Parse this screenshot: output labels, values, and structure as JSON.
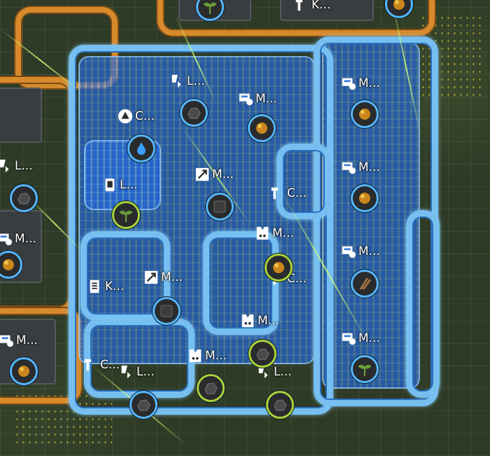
{
  "colors": {
    "ghost_blue": "#3d7fe0",
    "belt_blue": "#76bff0",
    "belt_orange": "#d68a2c",
    "badge_ring_blue": "#55b7ff",
    "badge_ring_green": "#a9d33a",
    "ground": "#2e3b26"
  },
  "entities": [
    {
      "key": "e1",
      "label": "L...",
      "icon": "loader-icon"
    },
    {
      "key": "e2",
      "label": "M...",
      "icon": "machine-icon"
    },
    {
      "key": "e3",
      "label": "M...",
      "icon": "machine-icon"
    },
    {
      "key": "e4",
      "label": "C...",
      "icon": "chemical-plant-icon"
    },
    {
      "key": "e5",
      "label": "M...",
      "icon": "machine-icon"
    },
    {
      "key": "e6",
      "label": "L...",
      "icon": "loader-icon"
    },
    {
      "key": "e7",
      "label": "M...",
      "icon": "crusher-icon"
    },
    {
      "key": "e8",
      "label": "C...",
      "icon": "chest-icon"
    },
    {
      "key": "e9",
      "label": "M...",
      "icon": "machine-icon"
    },
    {
      "key": "e10",
      "label": "M...",
      "icon": "assembler-icon"
    },
    {
      "key": "e11",
      "label": "C...",
      "icon": "chest-icon"
    },
    {
      "key": "e12",
      "label": "K...",
      "icon": "kiln-icon"
    },
    {
      "key": "e13",
      "label": "M...",
      "icon": "crusher-icon"
    },
    {
      "key": "e14",
      "label": "M...",
      "icon": "machine-icon"
    },
    {
      "key": "e15",
      "label": "M...",
      "icon": "assembler-icon"
    },
    {
      "key": "e16",
      "label": "M...",
      "icon": "assembler-icon"
    },
    {
      "key": "e17",
      "label": "L...",
      "icon": "loader-icon"
    },
    {
      "key": "e18",
      "label": "C...",
      "icon": "chest-icon"
    },
    {
      "key": "e19",
      "label": "L...",
      "icon": "loader-icon"
    },
    {
      "key": "e20",
      "label": "M...",
      "icon": "machine-icon"
    },
    {
      "key": "e21",
      "label": "L...",
      "icon": "loader-icon"
    },
    {
      "key": "e22",
      "label": "M...",
      "icon": "machine-icon"
    },
    {
      "key": "e23",
      "label": "K...",
      "icon": "chest-icon"
    }
  ],
  "badges": [
    {
      "icon": "coal-icon"
    },
    {
      "icon": "ore-icon"
    },
    {
      "icon": "water-drop-icon"
    },
    {
      "icon": "ore-icon"
    },
    {
      "icon": "plant-icon"
    },
    {
      "icon": "stone-block-icon"
    },
    {
      "icon": "ore-icon"
    },
    {
      "icon": "stone-block-icon"
    },
    {
      "icon": "ore-icon"
    },
    {
      "icon": "wood-sticks-icon"
    },
    {
      "icon": "coal-icon"
    },
    {
      "icon": "coal-icon"
    },
    {
      "icon": "coal-icon"
    },
    {
      "icon": "coal-icon"
    },
    {
      "icon": "plant-icon"
    },
    {
      "icon": "coal-icon"
    },
    {
      "icon": "ore-icon"
    },
    {
      "icon": "plant-icon"
    },
    {
      "icon": "ore-icon"
    },
    {
      "icon": "ore-icon"
    }
  ]
}
